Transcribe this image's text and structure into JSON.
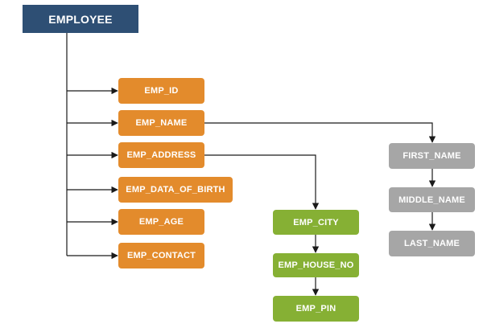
{
  "root": {
    "label": "EMPLOYEE"
  },
  "attributes": [
    {
      "label": "EMP_ID"
    },
    {
      "label": "EMP_NAME"
    },
    {
      "label": "EMP_ADDRESS"
    },
    {
      "label": "EMP_DATA_OF_BIRTH"
    },
    {
      "label": "EMP_AGE"
    },
    {
      "label": "EMP_CONTACT"
    }
  ],
  "address_parts": [
    {
      "label": "EMP_CITY"
    },
    {
      "label": "EMP_HOUSE_NO"
    },
    {
      "label": "EMP_PIN"
    }
  ],
  "name_parts": [
    {
      "label": "FIRST_NAME"
    },
    {
      "label": "MIDDLE_NAME"
    },
    {
      "label": "LAST_NAME"
    }
  ],
  "colors": {
    "root": "#2e4f74",
    "attribute": "#e38b2c",
    "address_part": "#86b034",
    "name_part": "#a6a6a6",
    "line": "#1a1a1a"
  }
}
